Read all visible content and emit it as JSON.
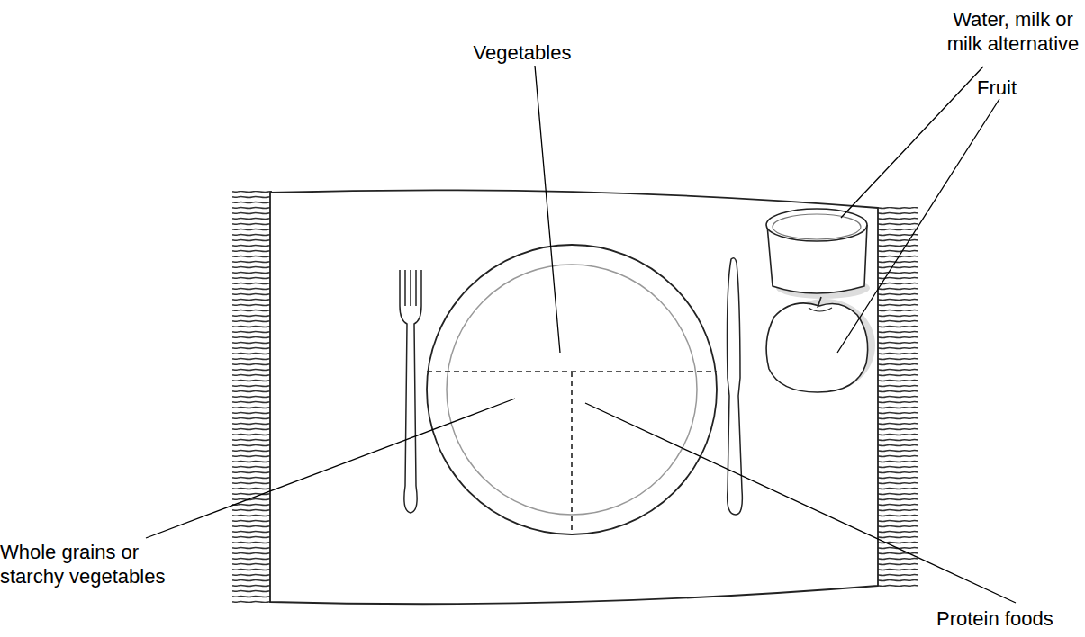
{
  "diagram": {
    "labels": [
      "Water, milk or milk alternative",
      "Vegetables",
      "Fruit",
      "Whole grains or starchy vegetables",
      "Protein foods"
    ]
  }
}
